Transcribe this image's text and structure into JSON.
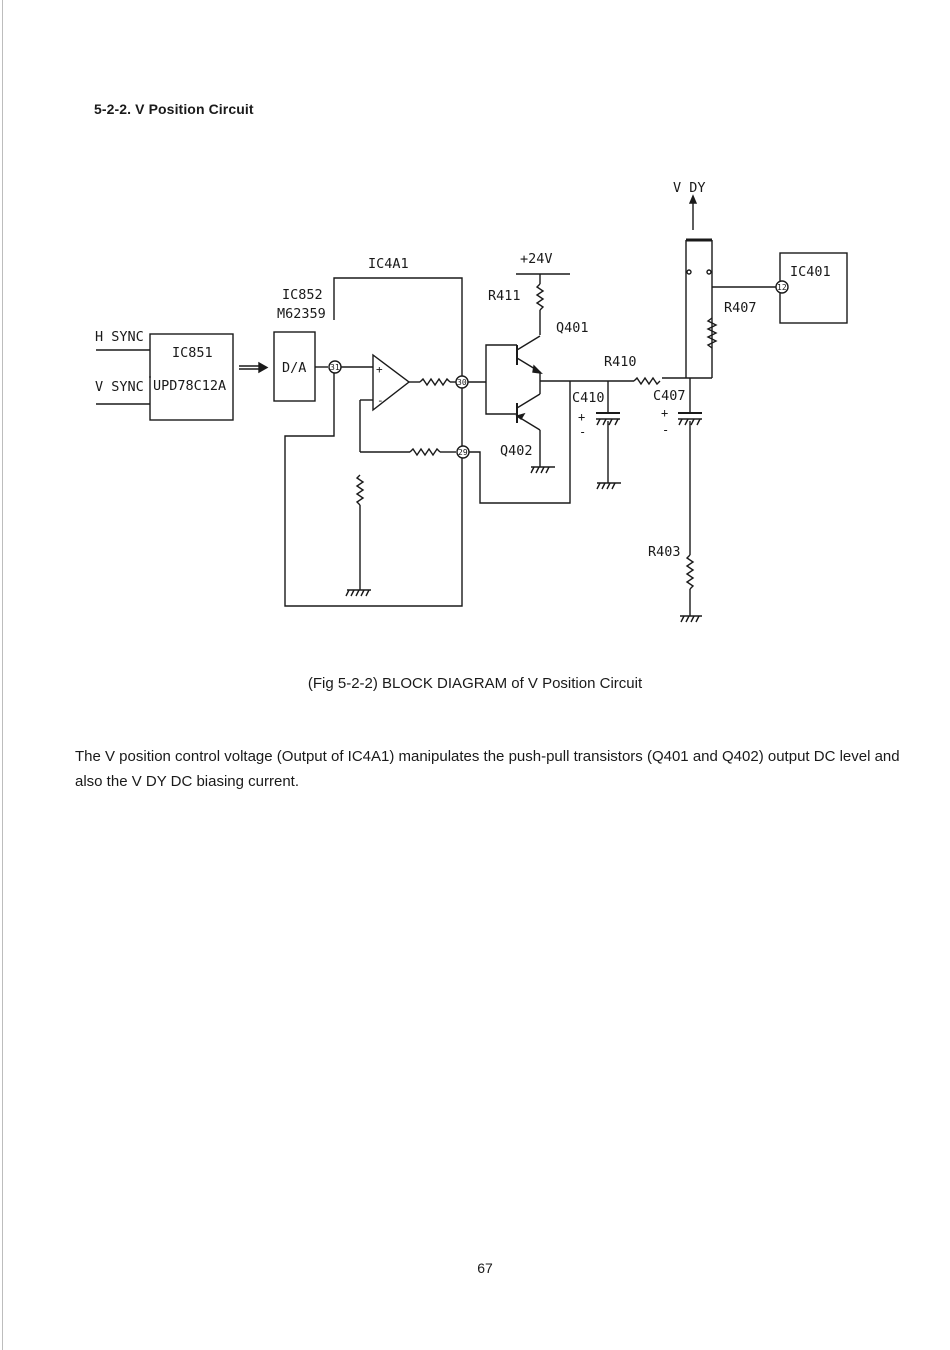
{
  "section_title": "5-2-2. V Position Circuit",
  "diagram": {
    "vdy": "V DY",
    "ic401": "IC401",
    "ic401_pin": "12",
    "r407": "R407",
    "ic4a1": "IC4A1",
    "plus24v": "+24V",
    "r411": "R411",
    "q401": "Q401",
    "q402": "Q402",
    "r410": "R410",
    "c410": "C410",
    "c407": "C407",
    "r403": "R403",
    "ic852": "IC852",
    "m62359": "M62359",
    "da": "D/A",
    "ic851": "IC851",
    "upd": "UPD78C12A",
    "hsync": "H SYNC",
    "vsync": "V SYNC",
    "pin31": "31",
    "pin30": "30",
    "pin29": "29",
    "plus": "+",
    "minus": "-"
  },
  "caption": "(Fig 5-2-2) BLOCK DIAGRAM of V Position Circuit",
  "body_text": "The V position control voltage (Output of IC4A1) manipulates the push-pull transistors (Q401 and Q402) output DC level and also the V DY DC biasing current.",
  "page_number": "67"
}
